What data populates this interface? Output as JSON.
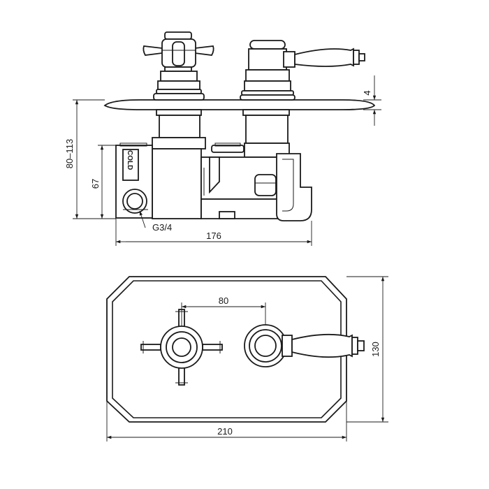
{
  "labels": {
    "cold_stamp": "COLD",
    "thread": "G3/4"
  },
  "dimensions": {
    "plate_offset": "4",
    "projection_range": "80–113",
    "body_height": "67",
    "body_width": "176",
    "handle_spacing": "80",
    "plate_height": "130",
    "plate_width": "210"
  },
  "colors": {
    "line": "#1a1a1a",
    "background": "#ffffff"
  }
}
